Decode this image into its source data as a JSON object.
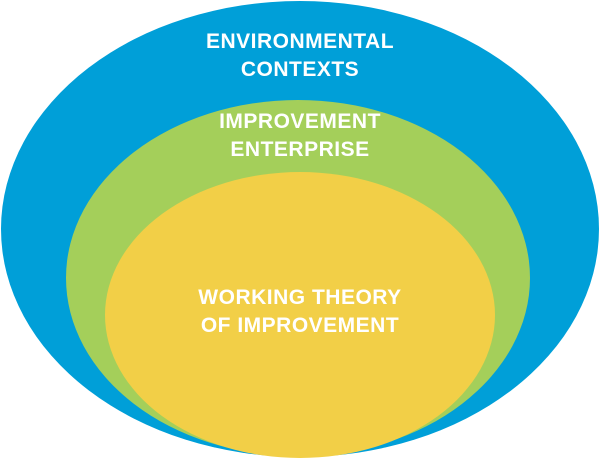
{
  "colors": {
    "outer": "#009fd8",
    "middle": "#a4cf5a",
    "inner": "#f2cf47"
  },
  "outer": {
    "line1": "ENVIRONMENTAL",
    "line2": "CONTEXTS"
  },
  "middle": {
    "line1": "IMPROVEMENT",
    "line2": "ENTERPRISE"
  },
  "inner": {
    "line1": "WORKING THEORY",
    "line2": "OF IMPROVEMENT"
  }
}
